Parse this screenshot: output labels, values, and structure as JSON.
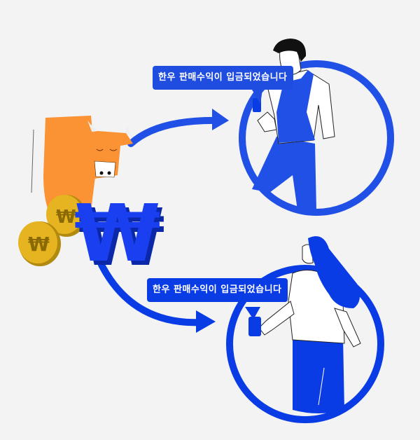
{
  "illustration": {
    "title": "Hanwoo sales revenue deposit notification",
    "colors": {
      "background": "#f3f3f4",
      "blue_primary": "#2050e6",
      "blue_secondary": "#0a3ce6",
      "cow_orange": "#fb9234",
      "coin_gold": "#e6b420",
      "won_blue": "#1a3ff0"
    },
    "notifications": [
      {
        "text": "한우 판매수익이 입금되었습니다"
      },
      {
        "text": "한우 판매수익이 입금되었습니다"
      }
    ],
    "icons": {
      "won_symbol": "₩",
      "coin_symbol": "₩"
    }
  }
}
